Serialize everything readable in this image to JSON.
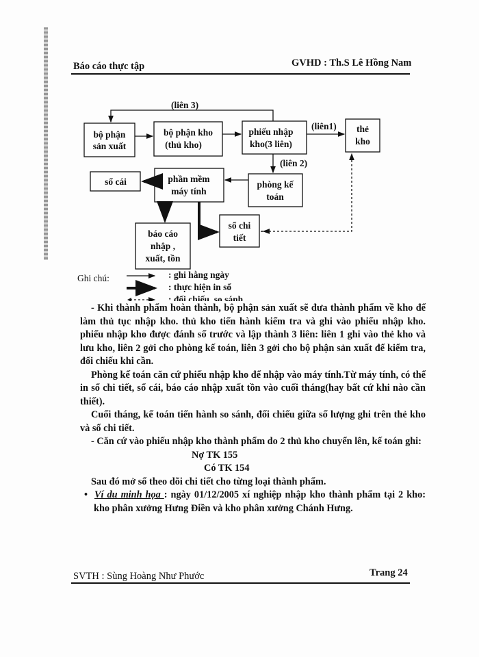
{
  "header": {
    "left": "Báo cáo thực tập",
    "right": "GVHD : Th.S Lê Hồng Nam"
  },
  "diagram": {
    "boxes": {
      "san_xuat": [
        "bộ phận",
        "sản xuất"
      ],
      "kho": [
        "bộ phận kho",
        "(thủ kho)"
      ],
      "phieu": [
        "phiếu nhập",
        "kho(3 liên)"
      ],
      "the_kho": [
        "thẻ",
        "kho"
      ],
      "so_cai": [
        "sổ cái"
      ],
      "phan_mem": [
        "phần mềm",
        "máy tính"
      ],
      "ke_toan": [
        "phòng kế",
        "toán"
      ],
      "bao_cao": [
        "báo cáo",
        "nhập ,",
        "xuất, tồn"
      ],
      "chi_tiet": [
        "sổ chi",
        "tiết"
      ]
    },
    "labels": {
      "lien3": "(liên 3)",
      "lien1": "(liên1)",
      "lien2": "(liên 2)"
    }
  },
  "legend": {
    "title": "Ghi chú:",
    "items": [
      ": ghi hằng ngày",
      ": thực hiện in sổ",
      ": đối chiếu, so sánh"
    ]
  },
  "body": {
    "p1": "- Khi thành phẩm hoàn thành, bộ phận sản xuất sẽ đưa thành phẩm về kho để làm thủ tục nhập kho. thủ kho tiến hành kiểm tra và ghi vào phiếu nhập kho. phiếu nhập kho được đánh số trước và lập thành 3 liên: liên 1 ghi vào thẻ kho và lưu kho, liên 2 gởi cho phòng kế toán, liên 3 gởi cho bộ phận sản xuất để kiểm tra, đối chiếu khi cần.",
    "p2": "Phòng kế toán căn cứ phiếu nhập kho để nhập vào máy tính.Từ máy tính, có thể in sổ chi tiết, sổ cái, báo cáo nhập xuất tồn vào cuối tháng(hay bất cứ khi nào cần thiết).",
    "p3": "Cuối tháng, kế toán tiến hành so sánh, đối chiếu giữa số lượng ghi trên thẻ kho và sổ chi tiết.",
    "p4": "- Căn cứ vào phiếu nhập kho thành phẩm do 2 thủ kho chuyển lên, kế toán ghi:",
    "debit": "Nợ TK 155",
    "credit": "Có TK 154",
    "p5": "Sau đó mở sổ theo dõi chi tiết cho từng loại thành phẩm.",
    "example_label": "Ví du minh họa ",
    "example_text": ": ngày 01/12/2005 xí nghiệp nhập kho thành phẩm tại 2 kho: kho phân xưởng Hưng Điền và kho phân xưởng Chánh Hưng."
  },
  "footer": {
    "left": "SVTH : Sùng Hoàng Như Phước",
    "right": "Trang 24"
  }
}
